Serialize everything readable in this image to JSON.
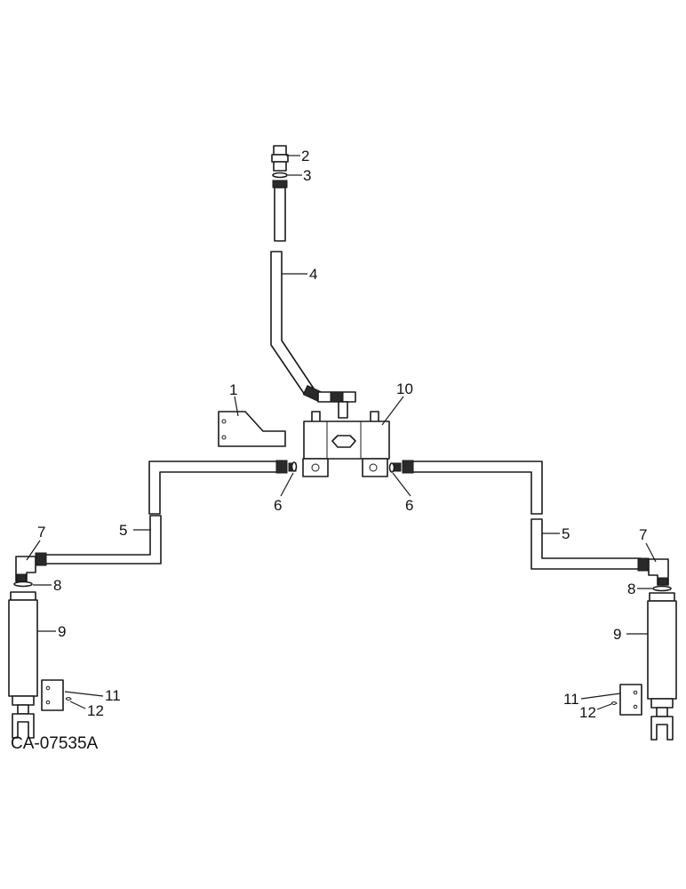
{
  "diagram": {
    "reference_code": "CA-07535A",
    "callouts": [
      {
        "id": "c1",
        "text": "1"
      },
      {
        "id": "c2",
        "text": "2"
      },
      {
        "id": "c3",
        "text": "3"
      },
      {
        "id": "c4",
        "text": "4"
      },
      {
        "id": "c5l",
        "text": "5"
      },
      {
        "id": "c5r",
        "text": "5"
      },
      {
        "id": "c6l",
        "text": "6"
      },
      {
        "id": "c6r",
        "text": "6"
      },
      {
        "id": "c7l",
        "text": "7"
      },
      {
        "id": "c7r",
        "text": "7"
      },
      {
        "id": "c8l",
        "text": "8"
      },
      {
        "id": "c8r",
        "text": "8"
      },
      {
        "id": "c9l",
        "text": "9"
      },
      {
        "id": "c9r",
        "text": "9"
      },
      {
        "id": "c10",
        "text": "10"
      },
      {
        "id": "c11l",
        "text": "11"
      },
      {
        "id": "c11r",
        "text": "11"
      },
      {
        "id": "c12l",
        "text": "12"
      },
      {
        "id": "c12r",
        "text": "12"
      }
    ]
  }
}
